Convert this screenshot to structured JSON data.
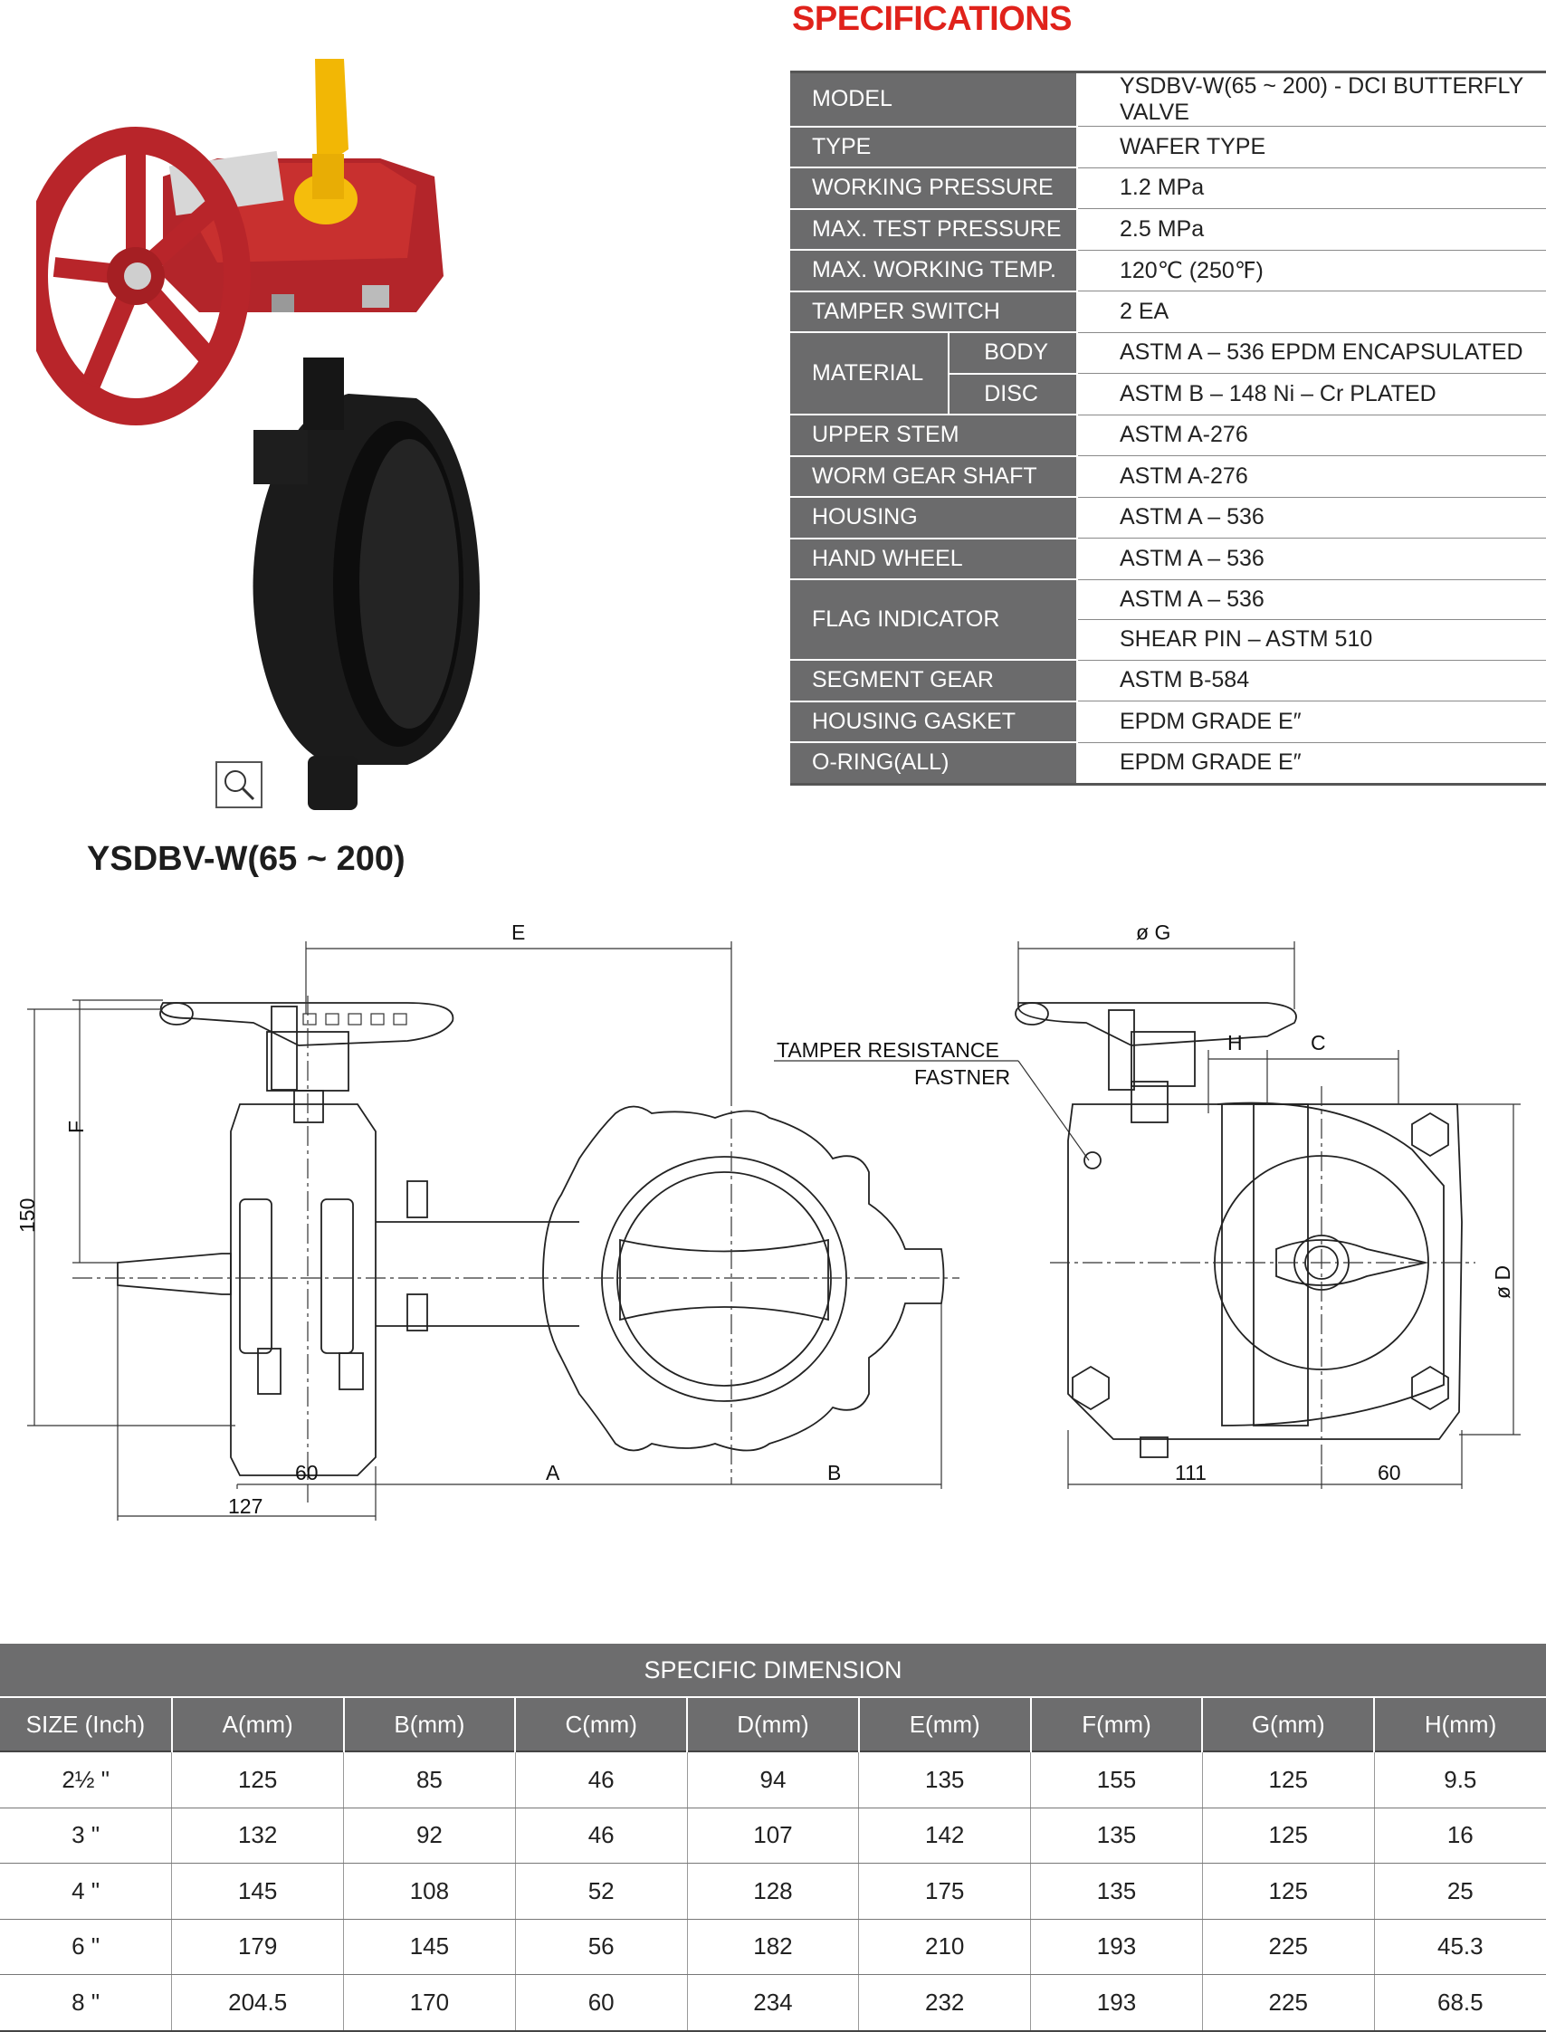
{
  "specifications": {
    "title": "SPECIFICATIONS",
    "rows": [
      {
        "label": "MODEL",
        "value": "YSDBV-W(65 ~ 200) - DCI BUTTERFLY VALVE"
      },
      {
        "label": "TYPE",
        "value": "WAFER TYPE"
      },
      {
        "label": "WORKING PRESSURE",
        "value": "1.2 MPa"
      },
      {
        "label": "MAX. TEST PRESSURE",
        "value": "2.5 MPa"
      },
      {
        "label": "MAX. WORKING TEMP.",
        "value": "120℃ (250℉)"
      },
      {
        "label": "TAMPER SWITCH",
        "value": "2 EA"
      },
      {
        "label": "MATERIAL",
        "sub": "BODY",
        "value": "ASTM A – 536 EPDM ENCAPSULATED"
      },
      {
        "sub": "DISC",
        "value": "ASTM B – 148 Ni – Cr PLATED"
      },
      {
        "label": "UPPER STEM",
        "value": "ASTM A-276"
      },
      {
        "label": "WORM GEAR SHAFT",
        "value": "ASTM A-276"
      },
      {
        "label": "HOUSING",
        "value": "ASTM A – 536"
      },
      {
        "label": "HAND WHEEL",
        "value": "ASTM A – 536"
      },
      {
        "label": "FLAG INDICATOR",
        "value": "ASTM A – 536"
      },
      {
        "value": "SHEAR PIN – ASTM 510"
      },
      {
        "label": "SEGMENT GEAR",
        "value": "ASTM B-584"
      },
      {
        "label": "HOUSING GASKET",
        "value": "EPDM GRADE E″"
      },
      {
        "label": "O-RING(ALL)",
        "value": "EPDM GRADE E″"
      }
    ]
  },
  "product": {
    "model_caption": "YSDBV-W(65 ~ 200)",
    "zoom_icon": "magnifier-icon",
    "colors": {
      "handwheel": "#c0262a",
      "indicator": "#f5b800",
      "body": "#1a1a1a"
    }
  },
  "drawing": {
    "labels": {
      "E": "E",
      "F": "F",
      "dim_150": "150",
      "dim_60_left": "60",
      "A": "A",
      "B": "B",
      "dim_127": "127",
      "G": "ø G",
      "H": "H",
      "C": "C",
      "D": "ø D",
      "dim_111": "111",
      "dim_60_right": "60",
      "tamper_line1": "TAMPER RESISTANCE",
      "tamper_line2": "FASTNER"
    }
  },
  "dimensions": {
    "title": "SPECIFIC DIMENSION",
    "headers": [
      "SIZE (Inch)",
      "A(mm)",
      "B(mm)",
      "C(mm)",
      "D(mm)",
      "E(mm)",
      "F(mm)",
      "G(mm)",
      "H(mm)"
    ],
    "rows": [
      [
        "2½ \"",
        "125",
        "85",
        "46",
        "94",
        "135",
        "155",
        "125",
        "9.5"
      ],
      [
        "3 \"",
        "132",
        "92",
        "46",
        "107",
        "142",
        "135",
        "125",
        "16"
      ],
      [
        "4 \"",
        "145",
        "108",
        "52",
        "128",
        "175",
        "135",
        "125",
        "25"
      ],
      [
        "6 \"",
        "179",
        "145",
        "56",
        "182",
        "210",
        "193",
        "225",
        "45.3"
      ],
      [
        "8 \"",
        "204.5",
        "170",
        "60",
        "234",
        "232",
        "193",
        "225",
        "68.5"
      ]
    ]
  }
}
